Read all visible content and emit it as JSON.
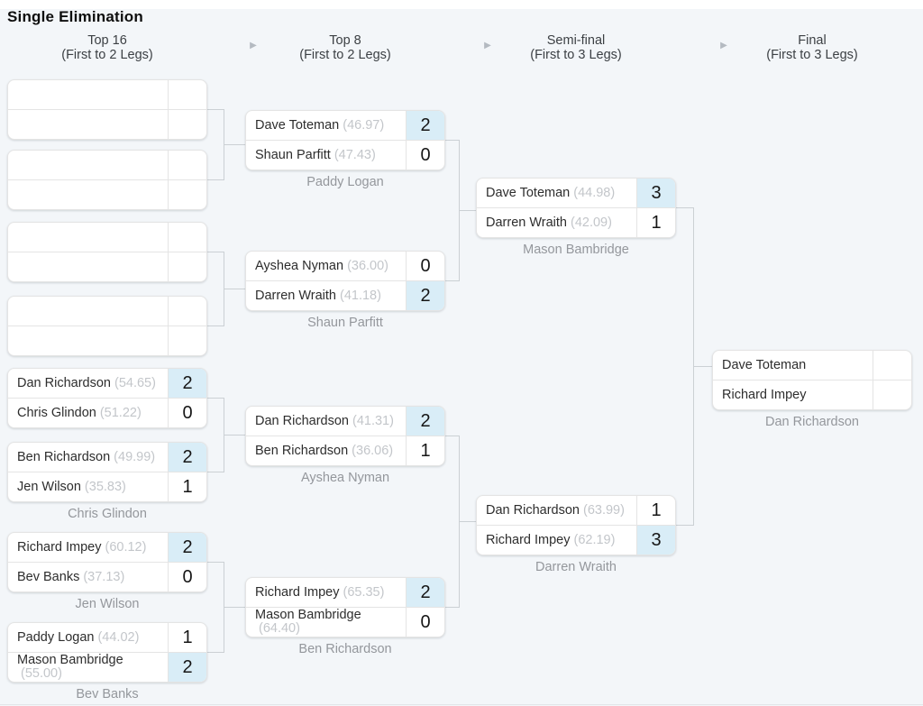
{
  "title": "Single Elimination",
  "arrow_icon": "▶",
  "colors": {
    "winner_score_bg": "#d9edf7",
    "stage_bg": "#f3f6f9"
  },
  "rounds": [
    {
      "label": "Top 16",
      "format": "(First to 2 Legs)"
    },
    {
      "label": "Top 8",
      "format": "(First to 2 Legs)"
    },
    {
      "label": "Semi-final",
      "format": "(First to 3 Legs)"
    },
    {
      "label": "Final",
      "format": "(First to 3 Legs)"
    }
  ],
  "matches": {
    "r1": [
      {
        "p1": {
          "name": "",
          "avg": "",
          "score": "",
          "win": false
        },
        "p2": {
          "name": "",
          "avg": "",
          "score": "",
          "win": false
        },
        "marker": ""
      },
      {
        "p1": {
          "name": "",
          "avg": "",
          "score": "",
          "win": false
        },
        "p2": {
          "name": "",
          "avg": "",
          "score": "",
          "win": false
        },
        "marker": ""
      },
      {
        "p1": {
          "name": "",
          "avg": "",
          "score": "",
          "win": false
        },
        "p2": {
          "name": "",
          "avg": "",
          "score": "",
          "win": false
        },
        "marker": ""
      },
      {
        "p1": {
          "name": "",
          "avg": "",
          "score": "",
          "win": false
        },
        "p2": {
          "name": "",
          "avg": "",
          "score": "",
          "win": false
        },
        "marker": ""
      },
      {
        "p1": {
          "name": "Dan Richardson",
          "avg": "(54.65)",
          "score": "2",
          "win": true
        },
        "p2": {
          "name": "Chris Glindon",
          "avg": "(51.22)",
          "score": "0",
          "win": false
        },
        "marker": ""
      },
      {
        "p1": {
          "name": "Ben Richardson",
          "avg": "(49.99)",
          "score": "2",
          "win": true
        },
        "p2": {
          "name": "Jen Wilson",
          "avg": "(35.83)",
          "score": "1",
          "win": false
        },
        "marker": "Chris Glindon"
      },
      {
        "p1": {
          "name": "Richard Impey",
          "avg": "(60.12)",
          "score": "2",
          "win": true
        },
        "p2": {
          "name": "Bev Banks",
          "avg": "(37.13)",
          "score": "0",
          "win": false
        },
        "marker": "Jen Wilson"
      },
      {
        "p1": {
          "name": "Paddy Logan",
          "avg": "(44.02)",
          "score": "1",
          "win": false
        },
        "p2": {
          "name": "Mason Bambridge",
          "avg": "(55.00)",
          "score": "2",
          "win": true
        },
        "marker": "Bev Banks"
      }
    ],
    "r2": [
      {
        "p1": {
          "name": "Dave Toteman",
          "avg": "(46.97)",
          "score": "2",
          "win": true
        },
        "p2": {
          "name": "Shaun Parfitt",
          "avg": "(47.43)",
          "score": "0",
          "win": false
        },
        "marker": "Paddy Logan"
      },
      {
        "p1": {
          "name": "Ayshea Nyman",
          "avg": "(36.00)",
          "score": "0",
          "win": false
        },
        "p2": {
          "name": "Darren Wraith",
          "avg": "(41.18)",
          "score": "2",
          "win": true
        },
        "marker": "Shaun Parfitt"
      },
      {
        "p1": {
          "name": "Dan Richardson",
          "avg": "(41.31)",
          "score": "2",
          "win": true
        },
        "p2": {
          "name": "Ben Richardson",
          "avg": "(36.06)",
          "score": "1",
          "win": false
        },
        "marker": "Ayshea Nyman"
      },
      {
        "p1": {
          "name": "Richard Impey",
          "avg": "(65.35)",
          "score": "2",
          "win": true
        },
        "p2": {
          "name": "Mason Bambridge",
          "avg": "(64.40)",
          "score": "0",
          "win": false
        },
        "marker": "Ben Richardson"
      }
    ],
    "r3": [
      {
        "p1": {
          "name": "Dave Toteman",
          "avg": "(44.98)",
          "score": "3",
          "win": true
        },
        "p2": {
          "name": "Darren Wraith",
          "avg": "(42.09)",
          "score": "1",
          "win": false
        },
        "marker": "Mason Bambridge"
      },
      {
        "p1": {
          "name": "Dan Richardson",
          "avg": "(63.99)",
          "score": "1",
          "win": false
        },
        "p2": {
          "name": "Richard Impey",
          "avg": "(62.19)",
          "score": "3",
          "win": true
        },
        "marker": "Darren Wraith"
      }
    ],
    "r4": [
      {
        "p1": {
          "name": "Dave Toteman",
          "avg": "",
          "score": "",
          "win": false
        },
        "p2": {
          "name": "Richard Impey",
          "avg": "",
          "score": "",
          "win": false
        },
        "marker": "Dan Richardson"
      }
    ]
  }
}
